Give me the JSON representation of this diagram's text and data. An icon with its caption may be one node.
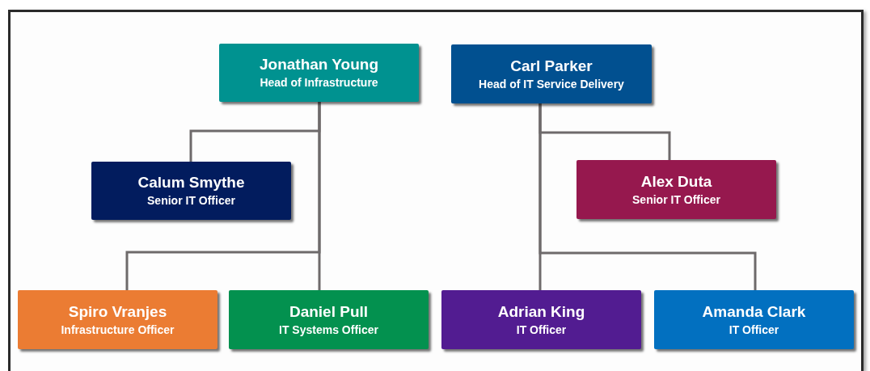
{
  "diagram": {
    "nodes": [
      {
        "text": [
          "Jonathan Young",
          "Head of Infrastructure"
        ]
      },
      {
        "text": [
          "Carl Parker",
          "Head of IT Service Delivery"
        ]
      },
      {
        "text": [
          "Calum Smythe",
          "Senior IT Officer"
        ]
      },
      {
        "text": [
          "Alex Duta",
          "Senior IT Officer"
        ]
      },
      {
        "text": [
          "Spiro Vranjes",
          "Infrastructure Officer"
        ]
      },
      {
        "text": [
          "Daniel Pull",
          "IT Systems Officer"
        ]
      },
      {
        "text": [
          "Adrian King",
          "IT Officer"
        ]
      },
      {
        "text": [
          "Amanda Clark",
          "IT Officer"
        ]
      }
    ],
    "edges": [
      {
        "from": 0,
        "to": 2,
        "arrow": "none"
      },
      {
        "from": 0,
        "to": 4,
        "arrow": "none"
      },
      {
        "from": 0,
        "to": 5,
        "arrow": "none"
      },
      {
        "from": 1,
        "to": 3,
        "arrow": "none"
      },
      {
        "from": 1,
        "to": 6,
        "arrow": "none"
      },
      {
        "from": 1,
        "to": 7,
        "arrow": "none"
      }
    ]
  }
}
